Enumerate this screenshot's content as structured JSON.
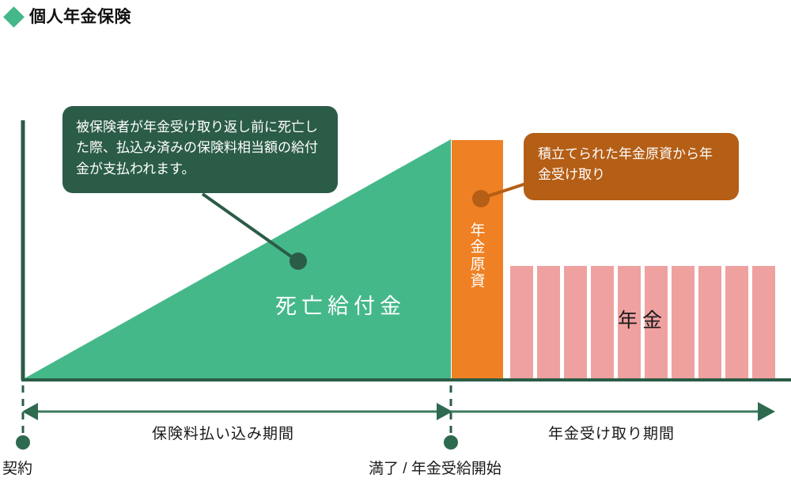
{
  "header": {
    "bullet_icon": "diamond-icon",
    "title": "個人年金保険"
  },
  "callouts": {
    "death_benefit": {
      "text": "被保険者が年金受け取り返し前に死亡した際、払込み済みの保険料相当額の給付金が支払われます。",
      "color": "#2b5c47",
      "pointer_icon": "leader-line-dot"
    },
    "annuity_fund": {
      "text": "積立てられた年金原資から年金受け取り",
      "color": "#b45e16",
      "pointer_icon": "leader-line-dot"
    }
  },
  "chart_data": {
    "type": "area",
    "title": "個人年金保険",
    "xlabel": "",
    "ylabel": "",
    "grid": false,
    "legend_position": "none",
    "axis": {
      "y_axis_color": "#2b5c47",
      "baseline_color": "#2b5c47",
      "timeline_color": "#3d7a5f"
    },
    "series": [
      {
        "name": "死亡給付金",
        "type": "area",
        "color": "#45b88a",
        "label": "死亡給付金",
        "description": "契約時点の0から満了時点まで直線的に増加する三角形",
        "x": [
          0,
          100
        ],
        "values": [
          0,
          100
        ]
      },
      {
        "name": "年金原資",
        "type": "bar",
        "color": "#ef8023",
        "label": "年金原資",
        "vertical_text": true,
        "x": [
          100
        ],
        "values": [
          112
        ]
      },
      {
        "name": "年金",
        "type": "bar",
        "color": "#efa1a0",
        "label": "年金",
        "bar_count": 10,
        "categories": [
          "1",
          "2",
          "3",
          "4",
          "5",
          "6",
          "7",
          "8",
          "9",
          "10"
        ],
        "values": [
          47,
          47,
          47,
          47,
          47,
          47,
          47,
          47,
          47,
          47
        ]
      }
    ],
    "annotations": [
      {
        "name": "period-premium",
        "text": "保険料払い込み期間",
        "span": "契約 → 満了"
      },
      {
        "name": "period-payout",
        "text": "年金受け取り期間",
        "span": "満了 → 終了"
      },
      {
        "name": "milestone-contract",
        "text": "契約"
      },
      {
        "name": "milestone-maturity",
        "text": "満了 / 年金受給開始"
      }
    ]
  },
  "timeline": {
    "periods": [
      {
        "label": "保険料払い込み期間"
      },
      {
        "label": "年金受け取り期間"
      }
    ],
    "milestones": [
      {
        "label": "契約"
      },
      {
        "label": "満了 / 年金受給開始"
      }
    ]
  },
  "bar_labels": {
    "death_benefit": "死亡給付金",
    "annuity_fund": "年金原資",
    "annuity": "年金"
  },
  "colors": {
    "green_area": "#45b88a",
    "dark_green": "#2b5c47",
    "orange": "#ef8023",
    "brown": "#b45e16",
    "pink": "#efa1a0",
    "axis": "#3d7a5f"
  }
}
